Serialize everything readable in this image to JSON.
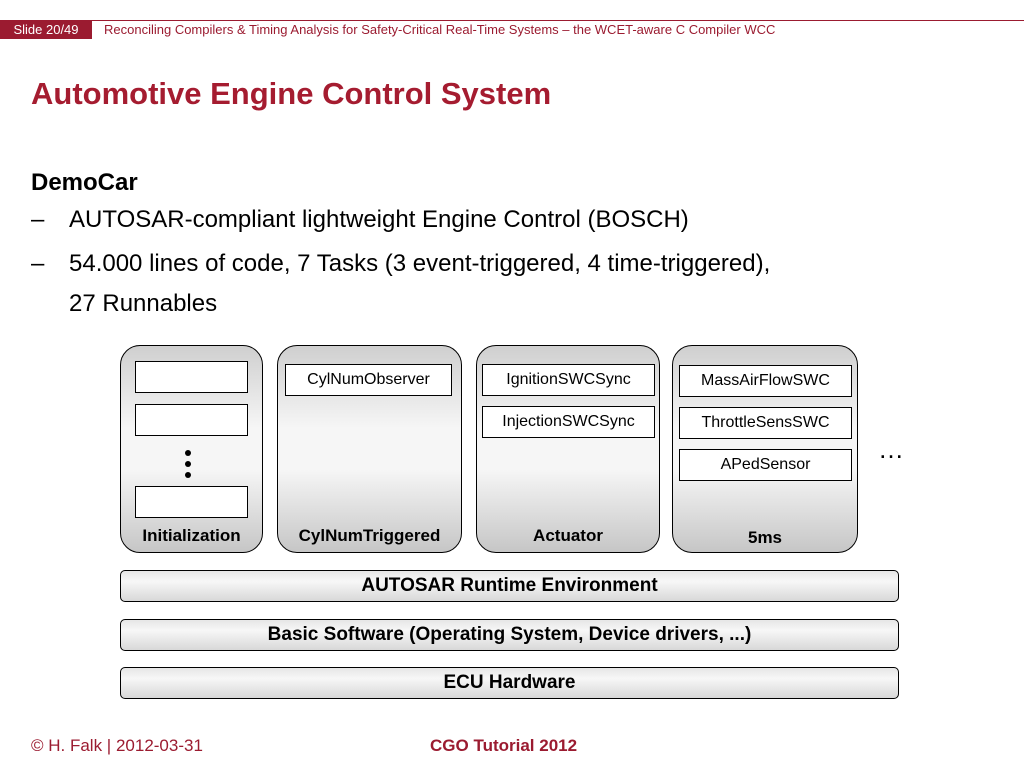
{
  "header": {
    "slide_number": "Slide 20/49",
    "presentation_title": "Reconciling Compilers & Timing Analysis for Safety-Critical Real-Time Systems – the WCET-aware C Compiler WCC"
  },
  "content": {
    "title": "Automotive Engine Control System",
    "subheading": "DemoCar",
    "bullets": [
      {
        "dash": "–",
        "text": "AUTOSAR-compliant lightweight Engine Control (BOSCH)"
      },
      {
        "dash": "–",
        "text": "54.000 lines of code, 7 Tasks (3 event-triggered, 4 time-triggered),"
      }
    ],
    "bullet_continuation": "27 Runnables"
  },
  "diagram": {
    "tasks": [
      {
        "label": "Initialization",
        "runnables": []
      },
      {
        "label": "CylNumTriggered",
        "runnables": [
          "CylNumObserver"
        ]
      },
      {
        "label": "Actuator",
        "runnables": [
          "IgnitionSWCSync",
          "InjectionSWCSync"
        ]
      },
      {
        "label": "5ms",
        "runnables": [
          "MassAirFlowSWC",
          "ThrottleSensSWC",
          "APedSensor"
        ]
      }
    ],
    "more_tasks_ellipsis": "…",
    "layers": [
      "AUTOSAR Runtime Environment",
      "Basic Software (Operating System, Device drivers, ...)",
      "ECU Hardware"
    ]
  },
  "footer": {
    "author_date": "© H. Falk | 2012-03-31",
    "event": "CGO Tutorial 2012"
  },
  "colors": {
    "accent": "#9b1b30"
  }
}
